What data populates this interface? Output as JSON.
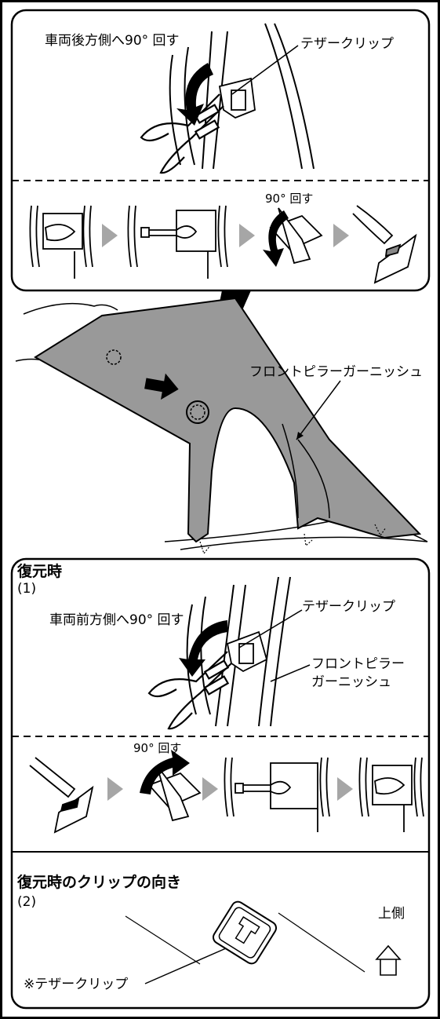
{
  "removal": {
    "rotate_rear_label": "車両後方側へ90° 回す",
    "tether_clip_label": "テザークリップ",
    "step_rotate_label": "90° 回す"
  },
  "main": {
    "garnish_label": "フロントピラーガーニッシュ"
  },
  "restore": {
    "title": "復元時",
    "step1": "(1)",
    "rotate_front_label": "車両前方側へ90° 回す",
    "tether_clip_label": "テザークリップ",
    "garnish_label_line1": "フロントピラー",
    "garnish_label_line2": "ガーニッシュ",
    "step_rotate_label": "90° 回す",
    "orientation_title": "復元時のクリップの向き",
    "step2": "(2)",
    "upper_side_label": "上側",
    "tether_clip_note": "※テザークリップ"
  },
  "colors": {
    "garnish_fill": "#999999",
    "step_arrow": "#a6a6a6",
    "line": "#000000"
  }
}
